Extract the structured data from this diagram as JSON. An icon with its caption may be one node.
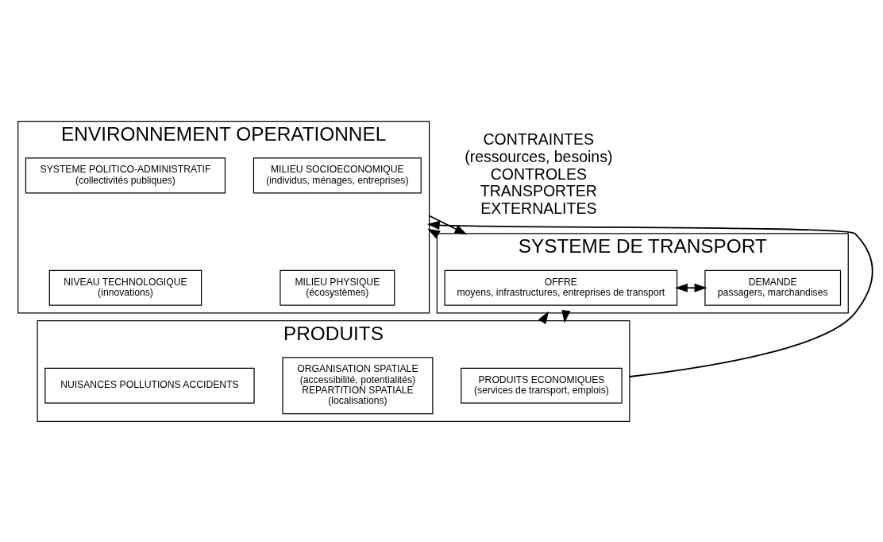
{
  "diagram": {
    "nodes": [
      {
        "text": [
          "ENVIRONNEMENT OPERATIONNEL"
        ]
      },
      {
        "text": [
          "MILIEU SOCIOECONOMIQUE",
          "(individus, ménages, entreprises)"
        ],
        "in": 0
      },
      {
        "text": [
          "SYSTEME POLITICO-ADMINISTRATIF",
          "(collectivités publiques)"
        ],
        "in": 0
      },
      {
        "text": [
          "MILIEU PHYSIQUE",
          "(écosystèmes)"
        ],
        "in": 0
      },
      {
        "text": [
          "NIVEAU TECHNOLOGIQUE",
          "(innovations)"
        ],
        "in": 0
      },
      {
        "text": [
          "SYSTEME DE TRANSPORT"
        ]
      },
      {
        "text": [
          "OFFRE",
          "moyens, infrastructures, entreprises de transport"
        ],
        "in": 5
      },
      {
        "text": [
          "DEMANDE",
          "passagers, marchandises"
        ],
        "in": 5
      },
      {
        "text": [
          "PRODUITS"
        ]
      },
      {
        "text": [
          "PRODUITS ECONOMIQUES",
          "(services de transport, emplois)"
        ],
        "in": 8
      },
      {
        "text": [
          "ORGANISATION SPATIALE",
          "(accessibilité, potentialités)",
          "REPARTITION SPATIALE",
          "(localisations)"
        ],
        "in": 8
      },
      {
        "text": [
          "NUISANCES POLLUTIONS ACCIDENTS"
        ],
        "in": 8
      }
    ],
    "edges": [
      {
        "from": 0,
        "to": 5,
        "arrow": "to"
      },
      {
        "from": 5,
        "to": 0,
        "arrow": "to"
      },
      {
        "from": 6,
        "to": 7,
        "arrow": "both"
      },
      {
        "from": 5,
        "to": 8,
        "arrow": "to"
      },
      {
        "from": 8,
        "to": 5,
        "arrow": "to"
      },
      {
        "from": 8,
        "to": 0,
        "arrow": "to"
      }
    ],
    "labels": [
      "CONTRAINTES",
      "(ressources, besoins)",
      "CONTROLES",
      "TRANSPORTER",
      "EXTERNALITES"
    ]
  }
}
